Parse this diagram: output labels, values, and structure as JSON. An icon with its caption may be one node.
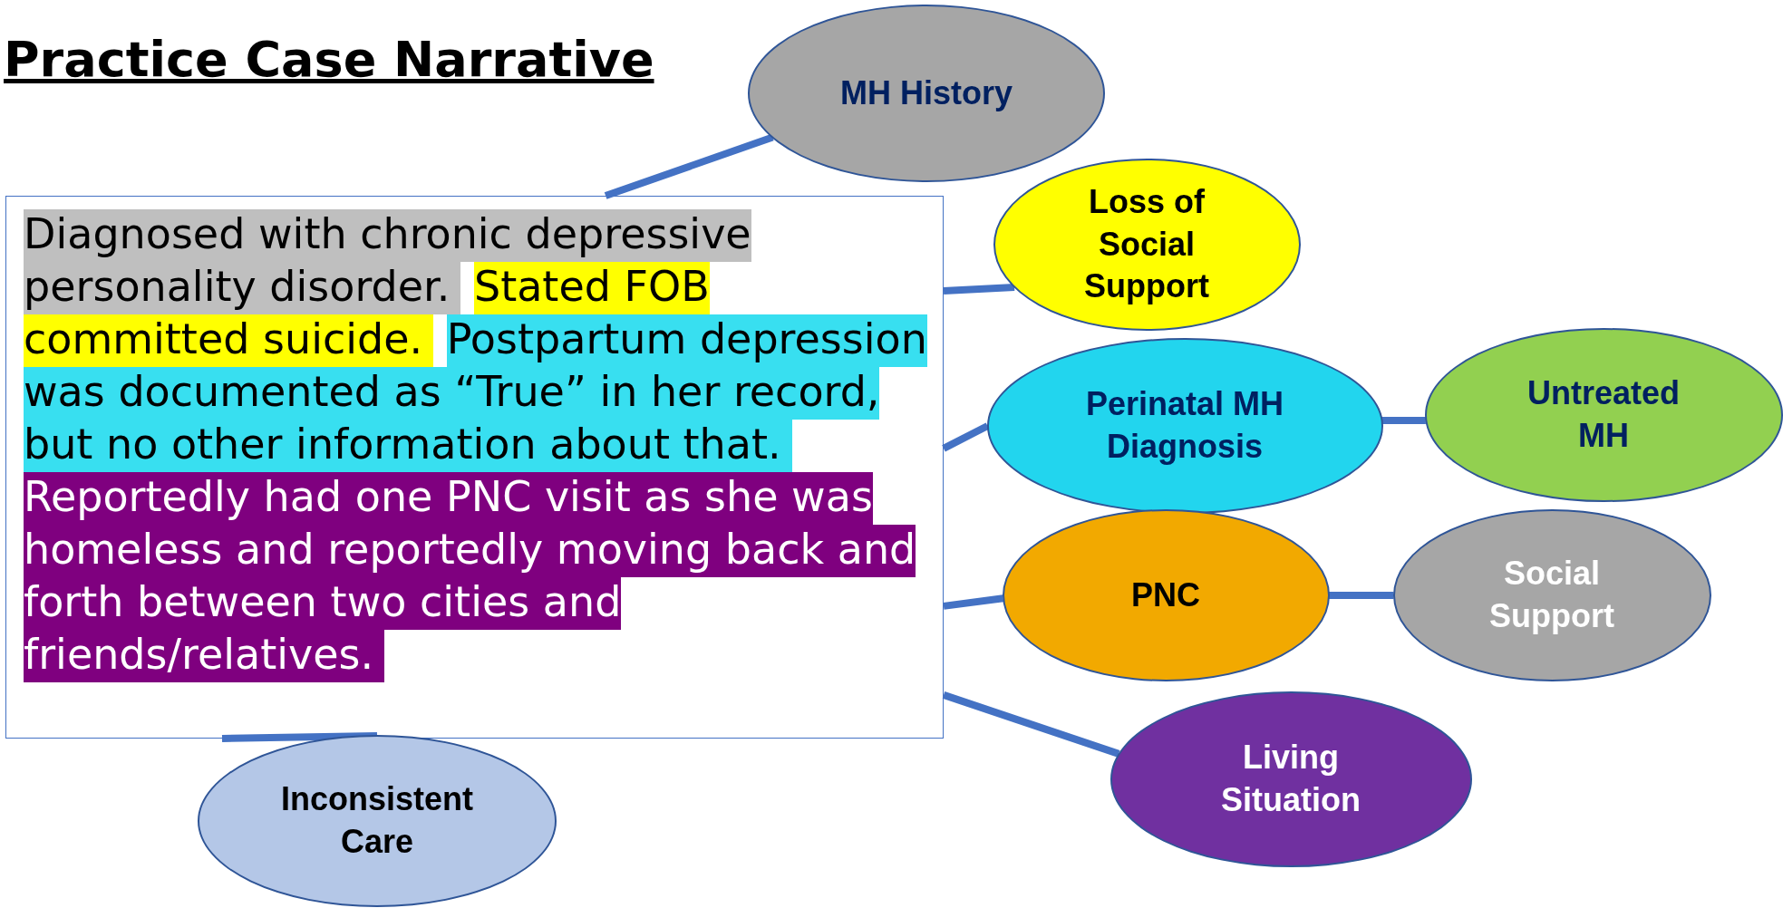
{
  "diagram": {
    "title": "Practice Case Narrative",
    "nodes": [
      {
        "text": [
          "Diagnosed with chronic depressive personality disorder.",
          "Stated FOB committed suicide.",
          "Postpartum depression was documented as “True” in her record, but no other information about that.",
          "Reportedly had one PNC visit as she was homeless and reportedly moving back and forth between two cities and friends/relatives."
        ]
      },
      {
        "text": [
          "MH History"
        ]
      },
      {
        "text": [
          "Loss of Social Support"
        ]
      },
      {
        "text": [
          "Perinatal MH Diagnosis"
        ]
      },
      {
        "text": [
          "Untreated MH"
        ]
      },
      {
        "text": [
          "PNC"
        ]
      },
      {
        "text": [
          "Social Support"
        ]
      },
      {
        "text": [
          "Living Situation"
        ]
      },
      {
        "text": [
          "Inconsistent Care"
        ]
      }
    ],
    "edges": [
      {
        "from": 0,
        "to": 1,
        "arrow": "none"
      },
      {
        "from": 0,
        "to": 2,
        "arrow": "none"
      },
      {
        "from": 0,
        "to": 3,
        "arrow": "none"
      },
      {
        "from": 3,
        "to": 4,
        "arrow": "none"
      },
      {
        "from": 0,
        "to": 5,
        "arrow": "none"
      },
      {
        "from": 5,
        "to": 6,
        "arrow": "none"
      },
      {
        "from": 0,
        "to": 7,
        "arrow": "none"
      },
      {
        "from": 0,
        "to": 8,
        "arrow": "none"
      }
    ]
  }
}
